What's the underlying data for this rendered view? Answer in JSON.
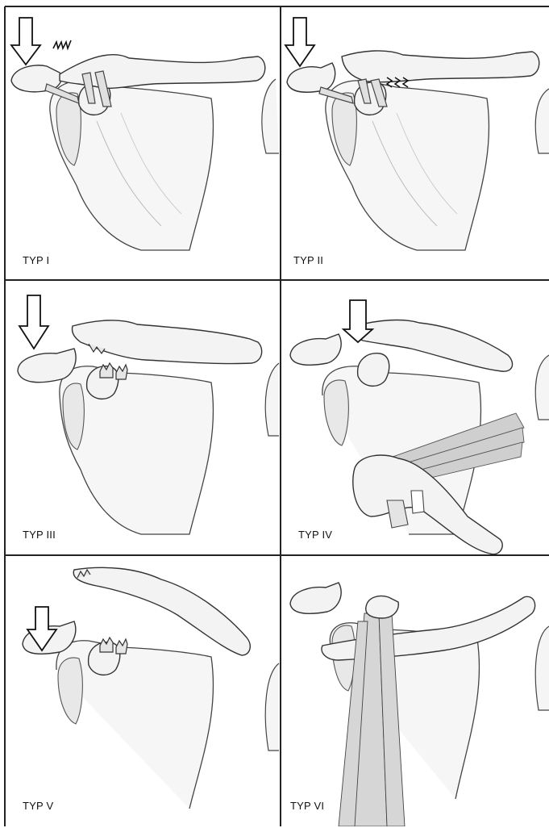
{
  "panels": [
    {
      "id": "typ1",
      "label": "TYP I"
    },
    {
      "id": "typ2",
      "label": "TYP II"
    },
    {
      "id": "typ3",
      "label": "TYP III"
    },
    {
      "id": "typ4",
      "label": "TYP IV"
    },
    {
      "id": "typ5",
      "label": "TYP V"
    },
    {
      "id": "typ6",
      "label": "TYP VI"
    }
  ],
  "colors": {
    "bone": "#f3f3f3",
    "ink": "#333333",
    "frame": "#222222",
    "muscle": "#9a9a9a"
  }
}
